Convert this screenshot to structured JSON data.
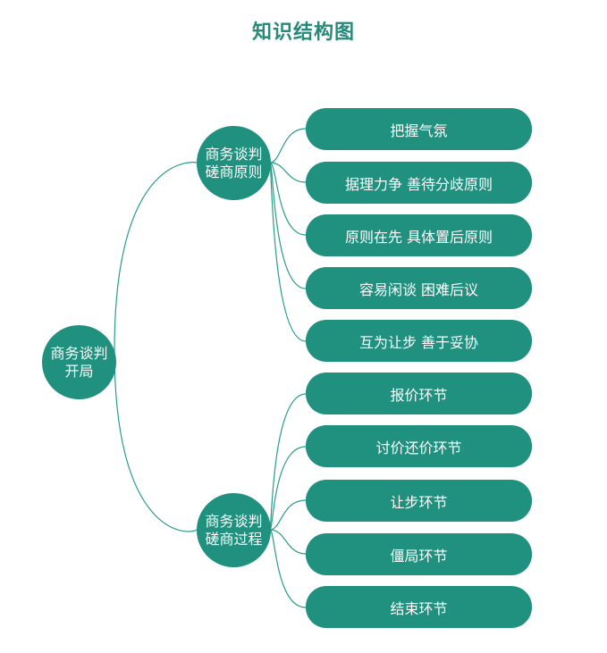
{
  "title": "知识结构图",
  "root": {
    "line1": "商务谈判",
    "line2": "开局"
  },
  "branch1": {
    "line1": "商务谈判",
    "line2": "磋商原则",
    "items": [
      "把握气氛",
      "据理力争 善待分歧原则",
      "原则在先 具体置后原则",
      "容易闲谈 困难后议",
      "互为让步 善于妥协"
    ]
  },
  "branch2": {
    "line1": "商务谈判",
    "line2": "磋商过程",
    "items": [
      "报价环节",
      "讨价还价环节",
      "让步环节",
      "僵局环节",
      "结束环节"
    ]
  },
  "colors": {
    "node_fill": "#20907f",
    "line": "#2a9d8a",
    "title": "#27897a",
    "text": "#ffffff"
  }
}
